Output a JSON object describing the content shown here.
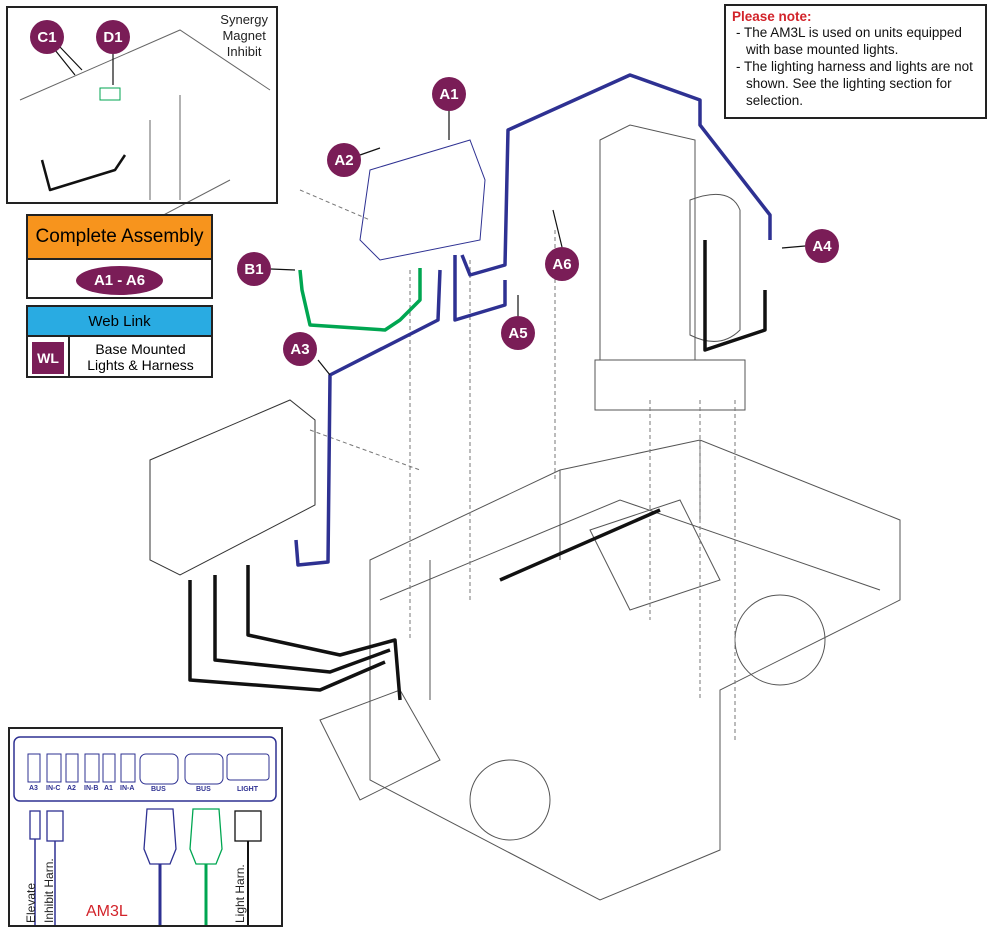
{
  "inset": {
    "title_lines": [
      "Synergy",
      "Magnet",
      "Inhibit"
    ]
  },
  "callouts": {
    "c1": "C1",
    "d1": "D1",
    "a1": "A1",
    "a2": "A2",
    "b1": "B1",
    "a3": "A3",
    "a4": "A4",
    "a5": "A5",
    "a6": "A6"
  },
  "complete_assembly": {
    "header": "Complete Assembly",
    "range": "A1 - A6",
    "header_color": "#f7941d"
  },
  "web_link": {
    "header": "Web Link",
    "badge": "WL",
    "lines": [
      "Base Mounted",
      "Lights & Harness"
    ],
    "header_color": "#29abe2"
  },
  "note": {
    "title": "Please note:",
    "items": [
      "- The AM3L is used on units equipped with base mounted lights.",
      "- The lighting harness and lights are not shown. See the lighting section for selection."
    ]
  },
  "connector_panel": {
    "ports": [
      "A3",
      "IN-C",
      "A2",
      "IN-B",
      "A1",
      "IN-A",
      "BUS",
      "BUS",
      "LIGHT"
    ],
    "wire_labels": [
      "Elevate",
      "Inhibit Harn.",
      "Light Harn."
    ],
    "module_name": "AM3L"
  },
  "colors": {
    "callout": "#7a1d57",
    "blue_cable": "#2e3192",
    "green_cable": "#00a651",
    "note_title": "#d2232a"
  }
}
